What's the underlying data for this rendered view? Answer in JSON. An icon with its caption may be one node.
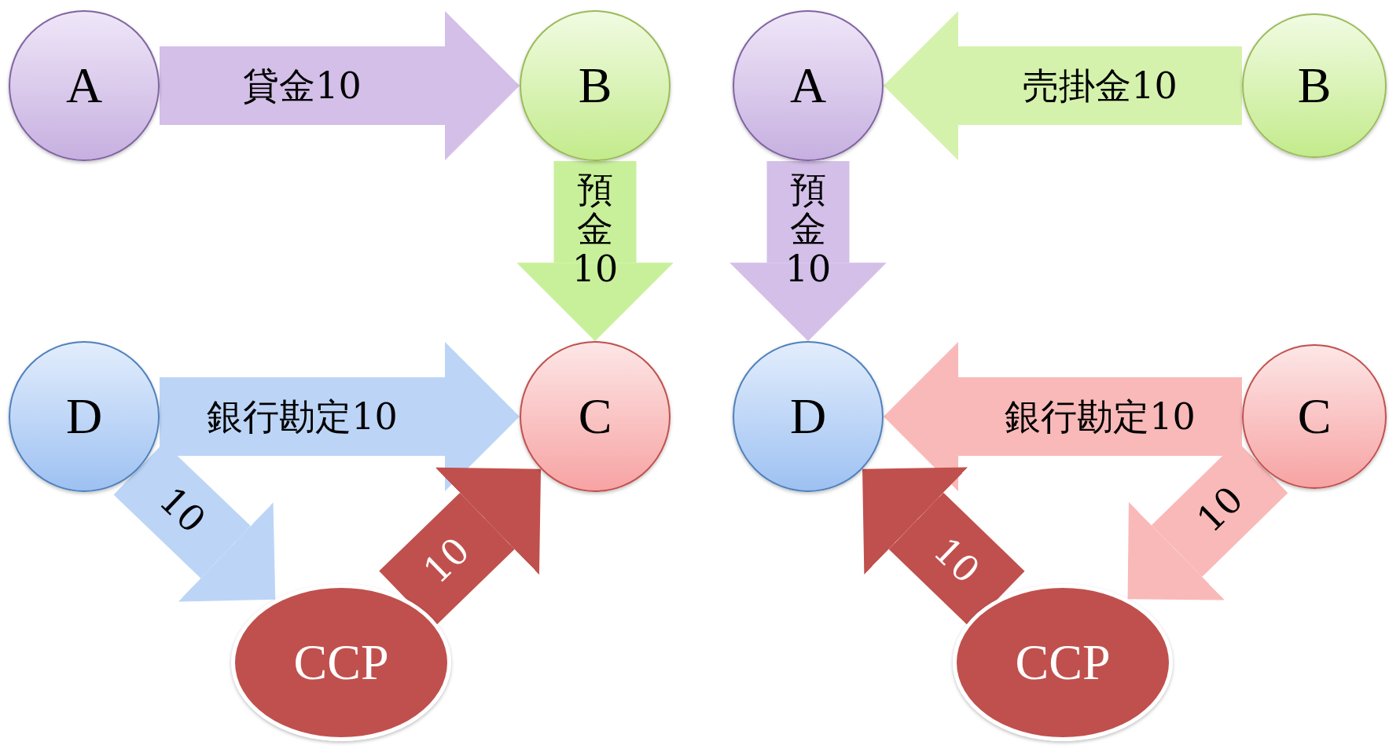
{
  "diagram": {
    "nodes": [
      {
        "text": [
          "A"
        ]
      },
      {
        "text": [
          "B"
        ]
      },
      {
        "text": [
          "D"
        ]
      },
      {
        "text": [
          "C"
        ]
      },
      {
        "text": [
          "CCP"
        ]
      },
      {
        "text": [
          "A"
        ]
      },
      {
        "text": [
          "B"
        ]
      },
      {
        "text": [
          "D"
        ]
      },
      {
        "text": [
          "C"
        ]
      },
      {
        "text": [
          "CCP"
        ]
      }
    ],
    "edges": [
      {
        "from": 0,
        "to": 1,
        "arrow": "to",
        "label": "貸金10",
        "color": "#d3bfe8"
      },
      {
        "from": 1,
        "to": 3,
        "arrow": "to",
        "label": "預金10",
        "color": "#c8f09a"
      },
      {
        "from": 2,
        "to": 3,
        "arrow": "to",
        "label": "銀行勘定10",
        "color": "#bcd5f7"
      },
      {
        "from": 2,
        "to": 4,
        "arrow": "to",
        "label": "10",
        "color": "#bcd5f7"
      },
      {
        "from": 4,
        "to": 3,
        "arrow": "to",
        "label": "10",
        "color": "#c0504d"
      },
      {
        "from": 6,
        "to": 5,
        "arrow": "to",
        "label": "売掛金10",
        "color": "#d5f2ad"
      },
      {
        "from": 5,
        "to": 7,
        "arrow": "to",
        "label": "預金10",
        "color": "#d3bfe8"
      },
      {
        "from": 8,
        "to": 7,
        "arrow": "to",
        "label": "銀行勘定10",
        "color": "#f9b9b9"
      },
      {
        "from": 8,
        "to": 9,
        "arrow": "to",
        "label": "10",
        "color": "#f9b9b9"
      },
      {
        "from": 9,
        "to": 7,
        "arrow": "to",
        "label": "10",
        "color": "#c0504d"
      }
    ]
  }
}
